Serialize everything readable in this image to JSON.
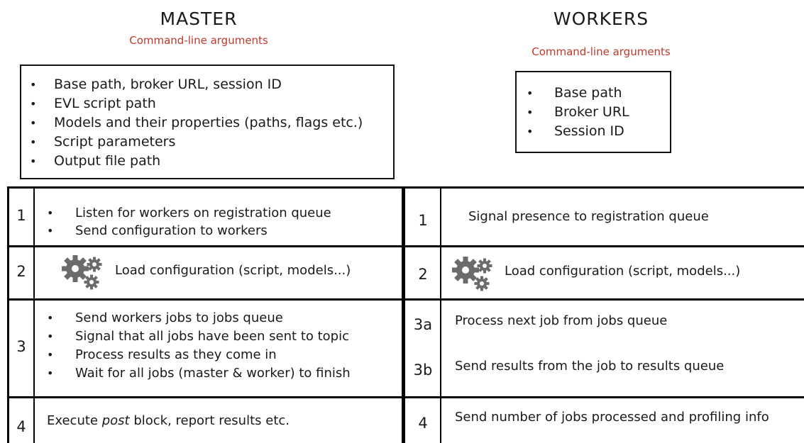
{
  "master": {
    "title": "MASTER",
    "subtitle": "Command-line arguments",
    "args": [
      "Base path, broker URL, session ID",
      "EVL script path",
      "Models and their properties (paths, flags etc.)",
      "Script parameters",
      "Output file path"
    ]
  },
  "workers": {
    "title": "WORKERS",
    "subtitle": "Command-line arguments",
    "args": [
      "Base path",
      "Broker URL",
      "Session ID"
    ]
  },
  "steps": {
    "master": {
      "s1": {
        "num": "1",
        "items": [
          "Listen for workers on registration queue",
          "Send configuration to workers"
        ]
      },
      "s2": {
        "num": "2",
        "text": "Load configuration (script, models...)",
        "icon": "gears-icon"
      },
      "s3": {
        "num": "3",
        "items": [
          "Send workers jobs to jobs queue",
          "Signal that all jobs have been sent to topic",
          "Process results as they come in",
          "Wait for all jobs (master & worker) to finish"
        ]
      },
      "s4": {
        "num": "4",
        "text_pre": "Execute ",
        "text_em": "post",
        "text_post": " block, report results etc."
      }
    },
    "worker": {
      "s1": {
        "num": "1",
        "text": "Signal presence to registration queue"
      },
      "s2": {
        "num": "2",
        "text": "Load configuration (script, models...)",
        "icon": "gears-icon"
      },
      "s3a": {
        "num": "3a",
        "text": "Process next job from jobs queue"
      },
      "s3b": {
        "num": "3b",
        "text": "Send results from the job to results queue"
      },
      "s4": {
        "num": "4",
        "text": "Send number of jobs processed and profiling info"
      }
    }
  },
  "colors": {
    "subtitle": "#c0392b",
    "gear": "#6b6b6b",
    "border": "#000000"
  }
}
